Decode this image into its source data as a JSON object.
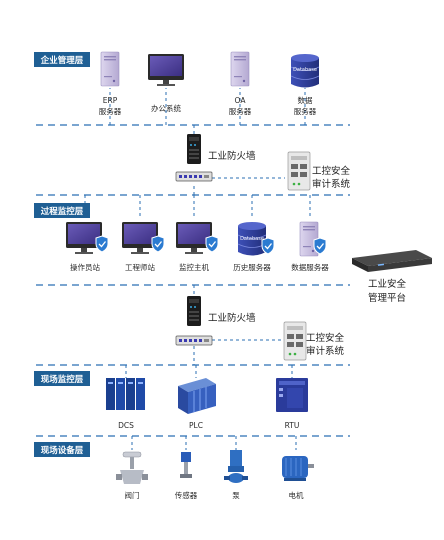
{
  "layers": {
    "enterprise": "企业管理层",
    "process": "过程监控层",
    "field_monitor": "现场监控层",
    "field_device": "现场设备层"
  },
  "enterprise": {
    "erp": [
      "ERP",
      "服务器"
    ],
    "office": "办公系统",
    "oa": [
      "OA",
      "服务器"
    ],
    "db": [
      "数据",
      "服务器"
    ],
    "db_logo": "Database"
  },
  "security_top": {
    "firewall": "工业防火墙",
    "audit": [
      "工控安全",
      "审计系统"
    ]
  },
  "process": {
    "operator": "操作员站",
    "engineer": "工程师站",
    "monitor_host": "监控主机",
    "history": "历史服务器",
    "data": "数据服务器",
    "db_logo": "Database"
  },
  "platform": [
    "工业安全",
    "管理平台"
  ],
  "security_mid": {
    "firewall": "工业防火墙",
    "audit": [
      "工控安全",
      "审计系统"
    ]
  },
  "field": {
    "dcs": "DCS",
    "plc": "PLC",
    "rtu": "RTU"
  },
  "devices": {
    "valve": "阀门",
    "sensor": "传感器",
    "pump": "泵",
    "motor": "电机"
  },
  "colors": {
    "layer_tag": "#1f5f94",
    "dashed_line": "#2b6fb3",
    "monitor_screen": "#4f3f96",
    "server_body": "#c6bedc",
    "db_blue": "#2f3f9b",
    "shield": "#2b7bd1"
  }
}
